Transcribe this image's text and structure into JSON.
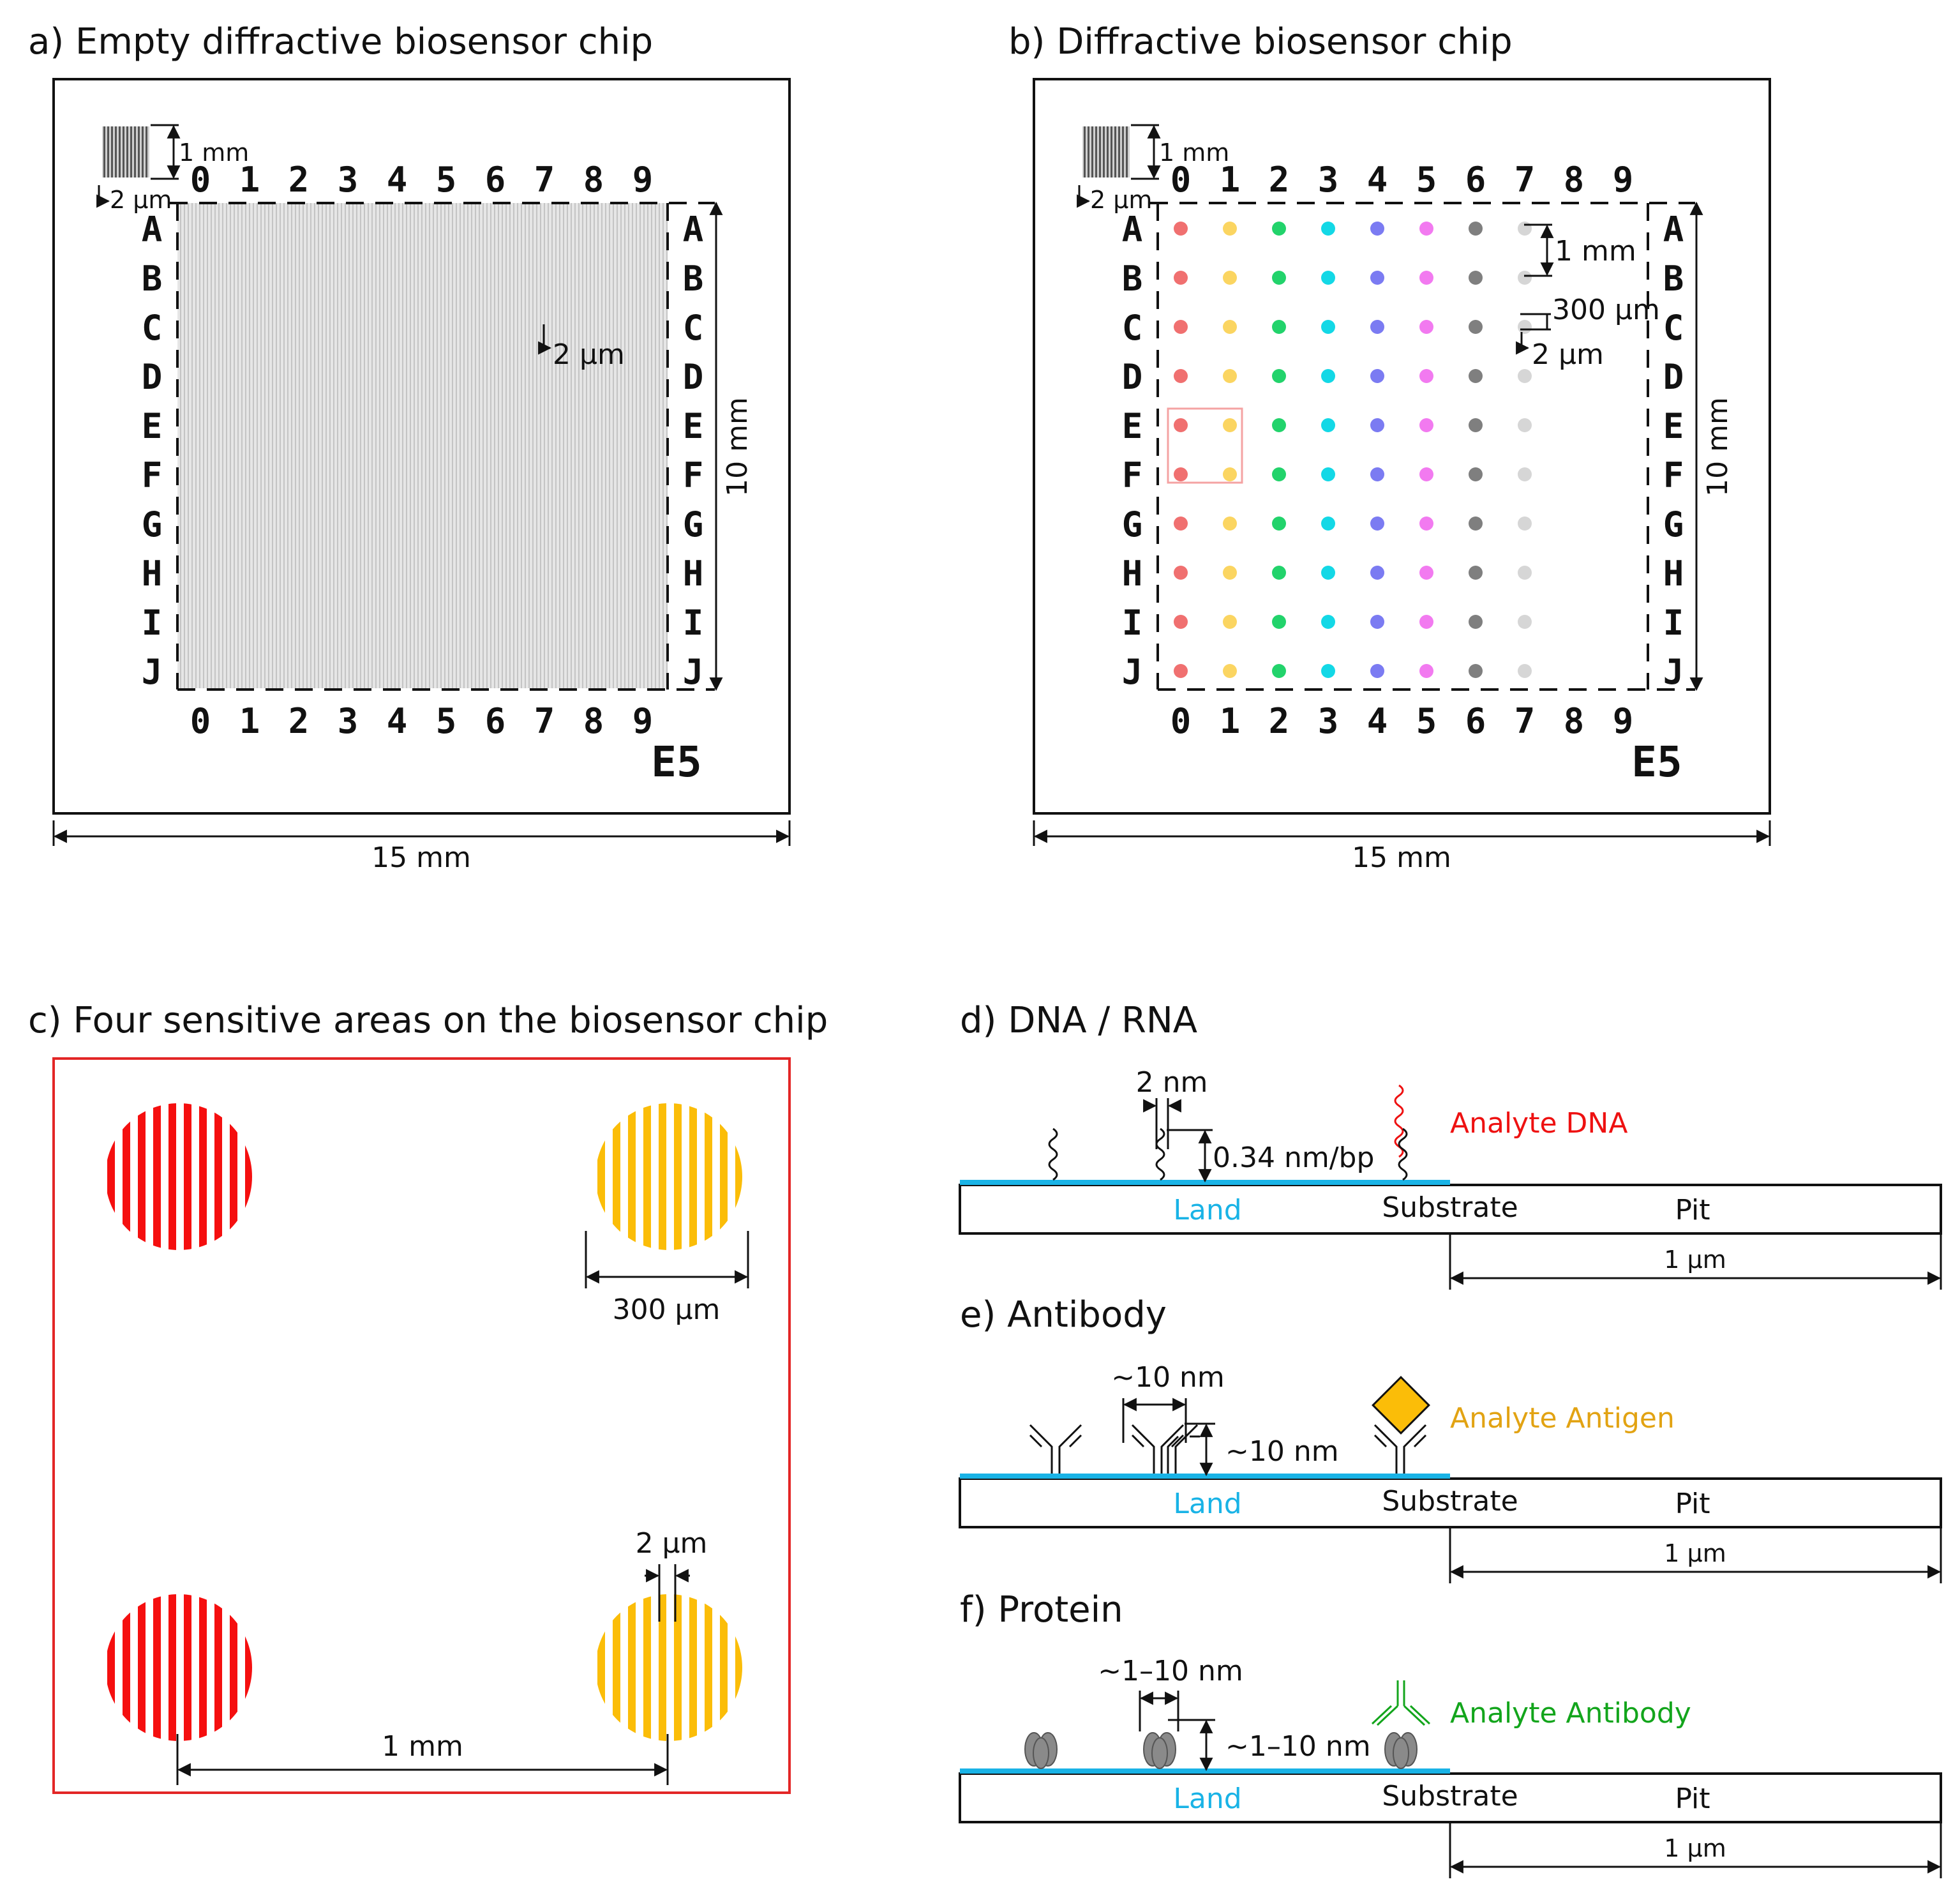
{
  "panel_a": {
    "title": "a) Empty diffractive biosensor chip",
    "scale_height": "1 mm",
    "scale_pitch": "2 µm",
    "grating_pitch": "2 µm",
    "height": "10 mm",
    "width": "15 mm",
    "chip_id": "E5",
    "cols": [
      "0",
      "1",
      "2",
      "3",
      "4",
      "5",
      "6",
      "7",
      "8",
      "9"
    ],
    "rows": [
      "A",
      "B",
      "C",
      "D",
      "E",
      "F",
      "G",
      "H",
      "I",
      "J"
    ]
  },
  "panel_b": {
    "title": "b) Diffractive biosensor chip",
    "scale_height": "1 mm",
    "scale_pitch": "2 µm",
    "spot_spacing": "1 mm",
    "spot_diameter": "300 µm",
    "grating_pitch": "2 µm",
    "height": "10 mm",
    "width": "15 mm",
    "chip_id": "E5",
    "cols": [
      "0",
      "1",
      "2",
      "3",
      "4",
      "5",
      "6",
      "7",
      "8",
      "9"
    ],
    "rows": [
      "A",
      "B",
      "C",
      "D",
      "E",
      "F",
      "G",
      "H",
      "I",
      "J"
    ],
    "spot_colors": [
      "#f07070",
      "#fbd561",
      "#22d36b",
      "#13d8e6",
      "#7b7bf2",
      "#f27af0",
      "#7f7f7f",
      "#d6d6d6"
    ],
    "highlight_color": "#f4a3a3"
  },
  "panel_c": {
    "title": "c) Four sensitive areas on the biosensor chip",
    "diameter": "300 µm",
    "pitch": "2 µm",
    "spacing": "1 mm",
    "frame_color": "#e32626",
    "red": "#f50f0f",
    "yellow": "#fbbd08"
  },
  "panel_d": {
    "title": "d) DNA / RNA",
    "width_label": "2 nm",
    "height_label": "0.34 nm/bp",
    "analyte": "Analyte DNA",
    "analyte_color": "#ee1111",
    "land": "Land",
    "substrate": "Substrate",
    "pit": "Pit",
    "scale": "1 µm"
  },
  "panel_e": {
    "title": "e) Antibody",
    "width_label": "~10 nm",
    "height_label": "~10 nm",
    "analyte": "Analyte Antigen",
    "analyte_color": "#e2a313",
    "land": "Land",
    "substrate": "Substrate",
    "pit": "Pit",
    "scale": "1 µm"
  },
  "panel_f": {
    "title": "f) Protein",
    "width_label": "~1–10 nm",
    "height_label": "~1–10 nm",
    "analyte": "Analyte Antibody",
    "analyte_color": "#13a51c",
    "land": "Land",
    "substrate": "Substrate",
    "pit": "Pit",
    "scale": "1 µm"
  },
  "colors": {
    "land": "#19b3e6",
    "grating_gray": "#dcdcdc"
  }
}
